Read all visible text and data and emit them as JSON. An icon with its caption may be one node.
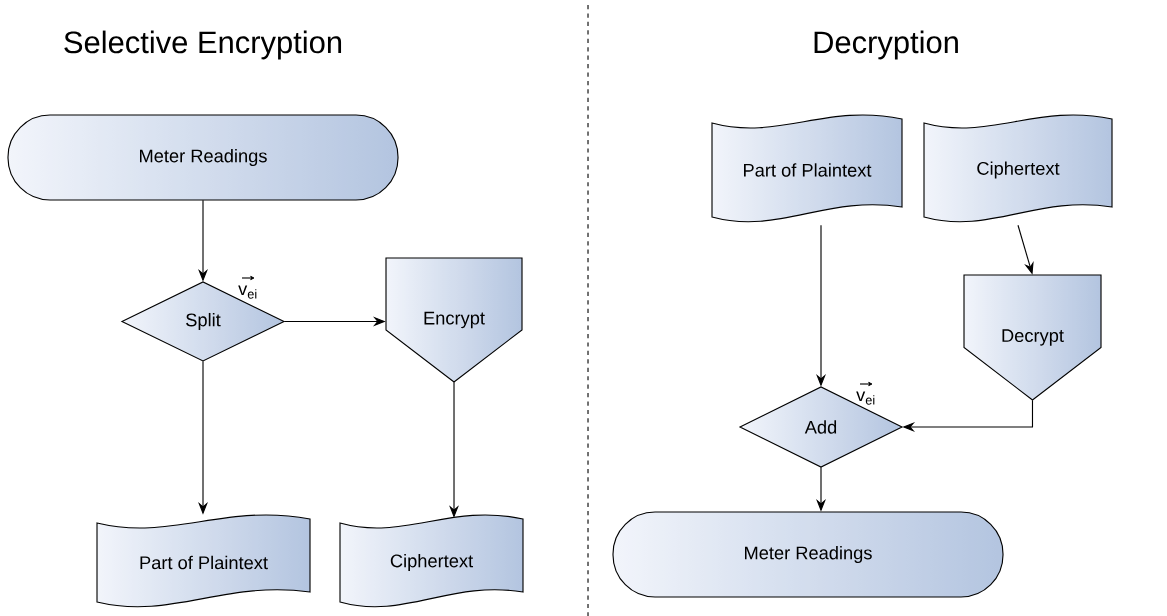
{
  "diagram": {
    "nodes": [
      {
        "text": [
          "Meter Readings"
        ]
      },
      {
        "text": [
          "Split"
        ]
      },
      {
        "text": [
          "Encrypt"
        ]
      },
      {
        "text": [
          "Part of Plaintext"
        ]
      },
      {
        "text": [
          "Ciphertext"
        ]
      },
      {
        "text": [
          "Part of Plaintext"
        ]
      },
      {
        "text": [
          "Ciphertext"
        ]
      },
      {
        "text": [
          "Decrypt"
        ]
      },
      {
        "text": [
          "Add"
        ]
      },
      {
        "text": [
          "Meter Readings"
        ]
      }
    ],
    "edges": [
      {
        "from": 0,
        "to": 1,
        "arrow": "to"
      },
      {
        "from": 1,
        "to": 2,
        "arrow": "to"
      },
      {
        "from": 1,
        "to": 3,
        "arrow": "to"
      },
      {
        "from": 2,
        "to": 4,
        "arrow": "to"
      },
      {
        "from": 5,
        "to": 8,
        "arrow": "to"
      },
      {
        "from": 6,
        "to": 7,
        "arrow": "to"
      },
      {
        "from": 7,
        "to": 8,
        "arrow": "to"
      },
      {
        "from": 8,
        "to": 9,
        "arrow": "to"
      }
    ],
    "labels": [
      "Selective Encryption",
      "Decryption",
      "v$_{ei}$",
      "v$_{ei}$"
    ]
  }
}
